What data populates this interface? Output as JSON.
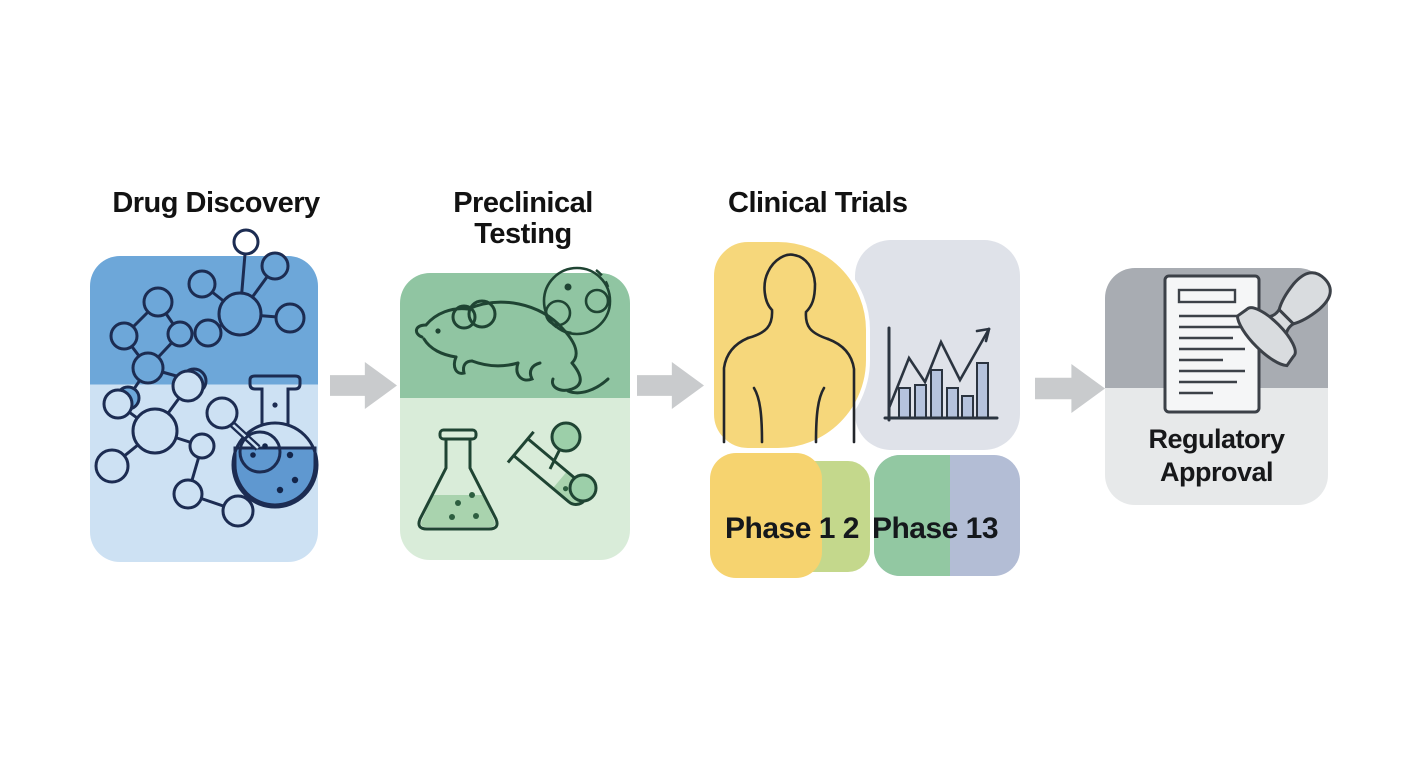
{
  "diagram": {
    "title_implicit": "Drug development pipeline",
    "background_color": "#ffffff",
    "arrow_color": "#c9cbcd",
    "stage1": {
      "title": "Drug Discovery",
      "panel_top_color": "#6da7d9",
      "panel_bottom_color": "#cde1f3",
      "icons": [
        "molecule-icon",
        "molecule-icon",
        "molecule-icon",
        "round-flask-icon"
      ]
    },
    "stage2": {
      "title_line1": "Preclinical",
      "title_line2": "Testing",
      "panel_top_color": "#90c5a2",
      "panel_bottom_color": "#d9ecd9",
      "icons": [
        "mouse-icon",
        "petri-dish-icon",
        "erlenmeyer-flask-icon",
        "test-tube-icon"
      ]
    },
    "stage3": {
      "title": "Clinical Trials",
      "panel_left_color": "#f6d77b",
      "panel_right_color": "#dfe2e9",
      "icons": [
        "human-torso-icon",
        "bar-line-chart-icon"
      ],
      "phase_left_label": "Phase 1 2",
      "phase_right_label": "Phase 13",
      "phase_block_colors": [
        "#f6d36f",
        "#c4d88c",
        "#92c8a2",
        "#b3bdd5"
      ]
    },
    "stage4": {
      "label_line1": "Regulatory",
      "label_line2": "Approval",
      "panel_top_color": "#a8acb2",
      "panel_bottom_color": "#e7e9ea",
      "icons": [
        "document-icon",
        "stamp-icon"
      ]
    }
  }
}
